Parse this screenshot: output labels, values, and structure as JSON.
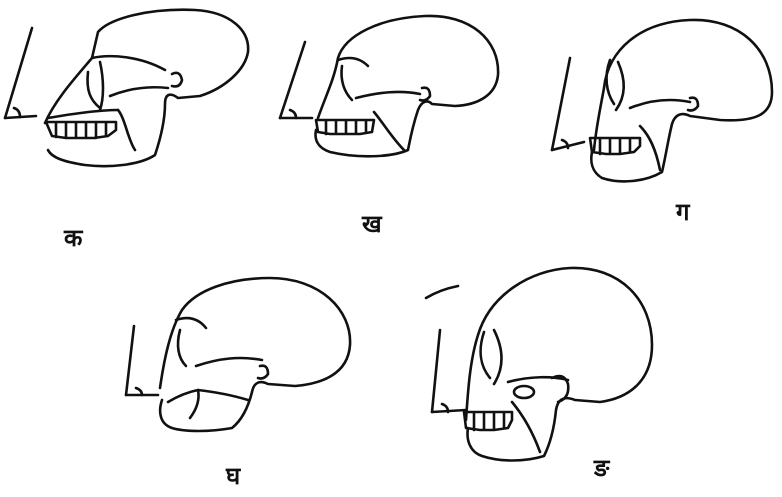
{
  "figures": [
    {
      "label": "क"
    },
    {
      "label": "ख"
    },
    {
      "label": "ग"
    },
    {
      "label": "घ"
    },
    {
      "label": "ङ"
    }
  ],
  "colors": {
    "ink": "#111111",
    "background": "#ffffff"
  }
}
